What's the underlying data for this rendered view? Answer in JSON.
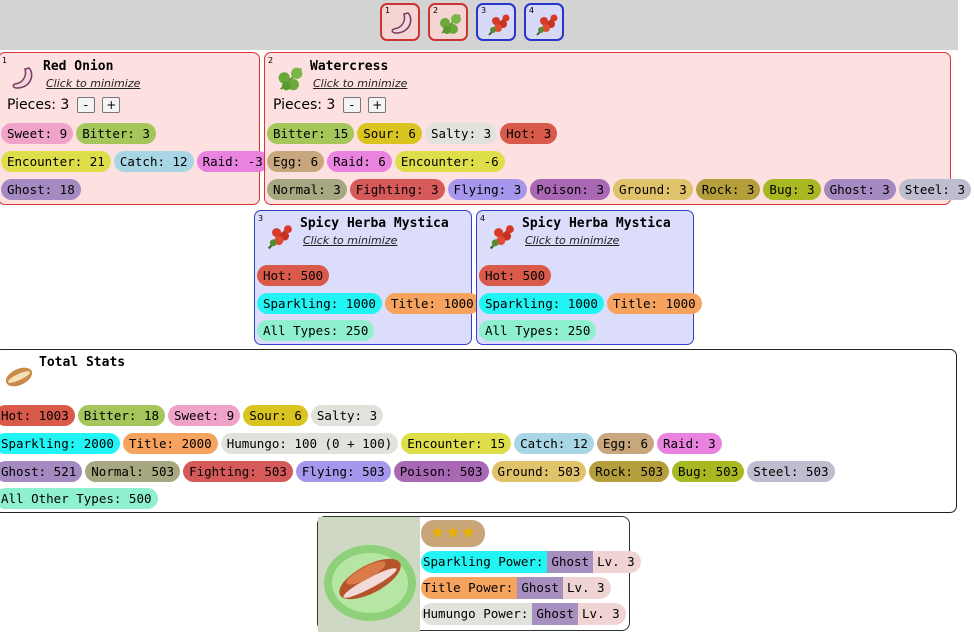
{
  "slots": [
    {
      "num": "1",
      "icon": "red-onion-icon"
    },
    {
      "num": "2",
      "icon": "watercress-icon"
    },
    {
      "num": "3",
      "icon": "spicy-herba-mystica-icon"
    },
    {
      "num": "4",
      "icon": "spicy-herba-mystica-icon"
    }
  ],
  "common": {
    "minimize": "Click to minimize",
    "pieces_label": "Pieces:",
    "minus": "-",
    "plus": "+"
  },
  "cards": {
    "onion": {
      "num": "1",
      "title": "Red Onion",
      "pieces": "3"
    },
    "watercress": {
      "num": "2",
      "title": "Watercress",
      "pieces": "3"
    },
    "herba1": {
      "num": "3",
      "title": "Spicy Herba Mystica"
    },
    "herba2": {
      "num": "4",
      "title": "Spicy Herba Mystica"
    }
  },
  "total": {
    "title": "Total Stats"
  },
  "result": {
    "stars": "★★★",
    "powers": [
      {
        "name": "Sparkling Power:",
        "type": "Ghost",
        "level": "Lv. 3"
      },
      {
        "name": "Title Power:",
        "type": "Ghost",
        "level": "Lv. 3"
      },
      {
        "name": "Humungo Power:",
        "type": "Ghost",
        "level": "Lv. 3"
      }
    ]
  },
  "chips": {
    "onion": [
      [
        {
          "t": "Sweet: 9",
          "c": "#f0a3c8"
        },
        {
          "t": "Bitter: 3",
          "c": "#a4c65a"
        }
      ],
      [
        {
          "t": "Encounter: 21",
          "c": "#dede4a"
        },
        {
          "t": "Catch: 12",
          "c": "#a9d6e5"
        },
        {
          "t": "Raid: -3",
          "c": "#ea82e0"
        }
      ],
      [
        {
          "t": "Ghost: 18",
          "c": "#a58ac2"
        }
      ]
    ],
    "watercress": [
      [
        {
          "t": "Bitter: 15",
          "c": "#a4c65a"
        },
        {
          "t": "Sour: 6",
          "c": "#d9c420"
        },
        {
          "t": "Salty: 3",
          "c": "#e2e2dc"
        },
        {
          "t": "Hot: 3",
          "c": "#d9594a"
        }
      ],
      [
        {
          "t": "Egg: 6",
          "c": "#c9a77e"
        },
        {
          "t": "Raid: 6",
          "c": "#ea82e0"
        },
        {
          "t": "Encounter: -6",
          "c": "#dede4a"
        }
      ],
      [
        {
          "t": "Normal: 3",
          "c": "#a7a781"
        },
        {
          "t": "Fighting: 3",
          "c": "#d65a5a"
        },
        {
          "t": "Flying: 3",
          "c": "#a797ec"
        },
        {
          "t": "Poison: 3",
          "c": "#a868b4"
        },
        {
          "t": "Ground: 3",
          "c": "#e0c26b"
        },
        {
          "t": "Rock: 3",
          "c": "#b59f3c"
        },
        {
          "t": "Bug: 3",
          "c": "#a8b820"
        },
        {
          "t": "Ghost: 3",
          "c": "#a58ac2"
        },
        {
          "t": "Steel: 3",
          "c": "#bdbdcf"
        }
      ]
    ],
    "herba1": [
      [
        {
          "t": "Hot: 500",
          "c": "#d9594a"
        }
      ],
      [
        {
          "t": "Sparkling: 1000",
          "c": "#22f4f4"
        },
        {
          "t": "Title: 1000",
          "c": "#f5a35e"
        }
      ],
      [
        {
          "t": "All Types: 250",
          "c": "#8ff0d0"
        }
      ]
    ],
    "herba2": [
      [
        {
          "t": "Hot: 500",
          "c": "#d9594a"
        }
      ],
      [
        {
          "t": "Sparkling: 1000",
          "c": "#22f4f4"
        },
        {
          "t": "Title: 1000",
          "c": "#f5a35e"
        }
      ],
      [
        {
          "t": "All Types: 250",
          "c": "#8ff0d0"
        }
      ]
    ],
    "total": [
      [
        {
          "t": "Hot: 1003",
          "c": "#d9594a"
        },
        {
          "t": "Bitter: 18",
          "c": "#a4c65a"
        },
        {
          "t": "Sweet: 9",
          "c": "#f0a3c8"
        },
        {
          "t": "Sour: 6",
          "c": "#d9c420"
        },
        {
          "t": "Salty: 3",
          "c": "#e2e2dc"
        }
      ],
      [
        {
          "t": "Sparkling: 2000",
          "c": "#22f4f4"
        },
        {
          "t": "Title: 2000",
          "c": "#f5a35e"
        },
        {
          "t": "Humungo: 100 (0 + 100)",
          "c": "#e2e2dc"
        },
        {
          "t": "Encounter: 15",
          "c": "#dede4a"
        },
        {
          "t": "Catch: 12",
          "c": "#a9d6e5"
        },
        {
          "t": "Egg: 6",
          "c": "#c9a77e"
        },
        {
          "t": "Raid: 3",
          "c": "#ea82e0"
        }
      ],
      [
        {
          "t": "Ghost: 521",
          "c": "#a58ac2"
        },
        {
          "t": "Normal: 503",
          "c": "#a7a781"
        },
        {
          "t": "Fighting: 503",
          "c": "#d65a5a"
        },
        {
          "t": "Flying: 503",
          "c": "#a797ec"
        },
        {
          "t": "Poison: 503",
          "c": "#a868b4"
        },
        {
          "t": "Ground: 503",
          "c": "#e0c26b"
        },
        {
          "t": "Rock: 503",
          "c": "#b59f3c"
        },
        {
          "t": "Bug: 503",
          "c": "#a8b820"
        },
        {
          "t": "Steel: 503",
          "c": "#bdbdcf"
        }
      ],
      [
        {
          "t": "All Other Types: 500",
          "c": "#8ff0d0"
        }
      ]
    ]
  },
  "colors": {
    "power_sparkling": "#22f4f4",
    "power_title": "#f5a35e",
    "power_humungo": "#e2e2dc",
    "ghost": "#a78fbf"
  }
}
